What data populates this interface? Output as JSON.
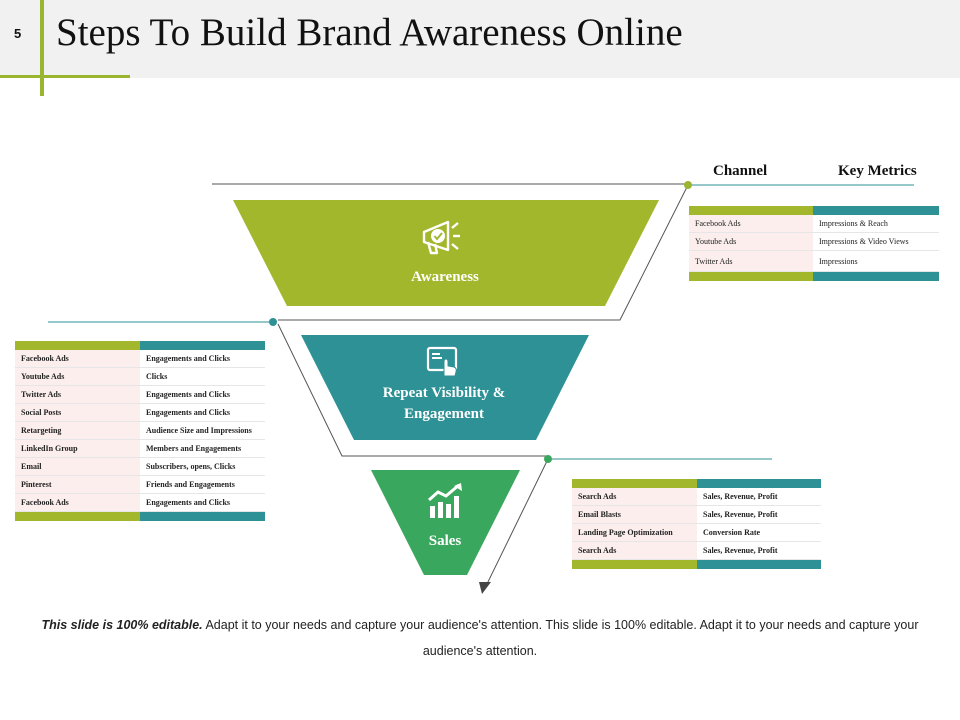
{
  "slide": {
    "number": "5",
    "title": "Steps To Build Brand Awareness Online"
  },
  "headers": {
    "channel": "Channel",
    "key_metrics": "Key Metrics"
  },
  "levels": [
    {
      "label": "Awareness",
      "icon": "megaphone-icon",
      "color": "#a2b72c"
    },
    {
      "label": "Repeat Visibility & Engagement",
      "icon": "tap-screen-icon",
      "color": "#2e9195"
    },
    {
      "label": "Sales",
      "icon": "growth-chart-icon",
      "color": "#3aa75e"
    }
  ],
  "tables": {
    "awareness": [
      {
        "channel": "Facebook Ads",
        "metric": "Impressions & Reach"
      },
      {
        "channel": "Youtube Ads",
        "metric": "Impressions & Video Views"
      },
      {
        "channel": "Twitter Ads",
        "metric": "Impressions"
      }
    ],
    "engagement": [
      {
        "channel": "Facebook Ads",
        "metric": "Engagements and Clicks"
      },
      {
        "channel": "Youtube Ads",
        "metric": "Clicks"
      },
      {
        "channel": "Twitter Ads",
        "metric": "Engagements and Clicks"
      },
      {
        "channel": "Social Posts",
        "metric": "Engagements and Clicks"
      },
      {
        "channel": "Retargeting",
        "metric": "Audience Size and Impressions"
      },
      {
        "channel": "LinkedIn  Group",
        "metric": "Members and Engagements"
      },
      {
        "channel": "Email",
        "metric": "Subscribers, opens, Clicks"
      },
      {
        "channel": "Pinterest",
        "metric": "Friends and Engagements"
      },
      {
        "channel": "Facebook Ads",
        "metric": "Engagements and Clicks"
      }
    ],
    "sales": [
      {
        "channel": "Search Ads",
        "metric": "Sales, Revenue, Profit"
      },
      {
        "channel": "Email Blasts",
        "metric": "Sales, Revenue, Profit"
      },
      {
        "channel": "Landing  Page Optimization",
        "metric": "Conversion Rate"
      },
      {
        "channel": "Search Ads",
        "metric": "Sales, Revenue, Profit"
      }
    ]
  },
  "colors": {
    "green": "#a2b72c",
    "teal": "#2e9195",
    "sales_green": "#3aa75e",
    "accent_line": "#9ab52f"
  },
  "footer": {
    "bold": "This slide is 100% editable.",
    "text": " Adapt it to your needs and capture your audience's attention. This slide is 100% editable. Adapt it to your needs and capture your audience's attention."
  }
}
